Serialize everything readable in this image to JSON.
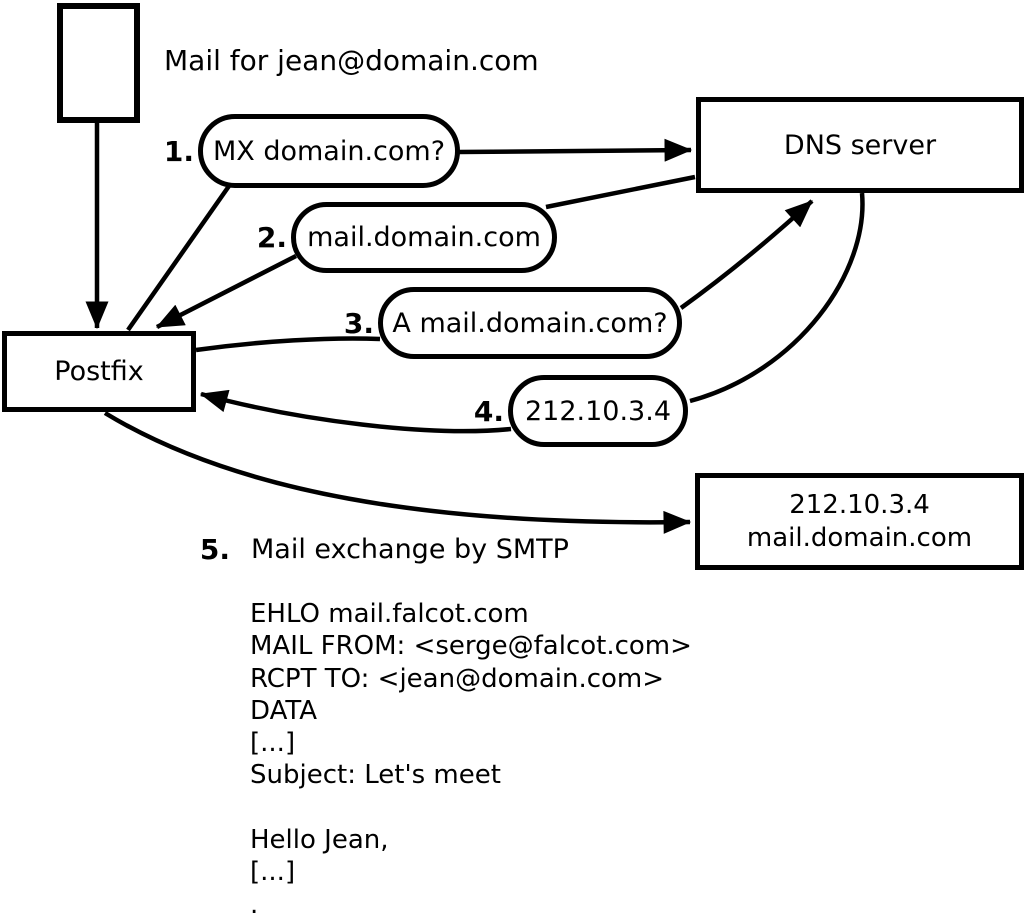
{
  "diagram": {
    "title": "Mail for jean@domain.com",
    "nodes": {
      "postfix": {
        "label": "Postfix"
      },
      "dns": {
        "label": "DNS server"
      },
      "mailserver": {
        "line1": "212.10.3.4",
        "line2": "mail.domain.com"
      }
    },
    "steps": [
      {
        "num": "1.",
        "label": "MX domain.com?"
      },
      {
        "num": "2.",
        "label": "mail.domain.com"
      },
      {
        "num": "3.",
        "label": "A mail.domain.com?"
      },
      {
        "num": "4.",
        "label": "212.10.3.4"
      },
      {
        "num": "5.",
        "label": "Mail exchange by SMTP"
      }
    ],
    "smtp_session": [
      "EHLO mail.falcot.com",
      "MAIL FROM: <serge@falcot.com>",
      "RCPT TO: <jean@domain.com>",
      "DATA",
      "[...]",
      "Subject: Let's meet",
      "",
      "Hello Jean,",
      "[...]",
      "."
    ]
  },
  "colors": {
    "ink": "#000000",
    "background": "#ffffff"
  }
}
